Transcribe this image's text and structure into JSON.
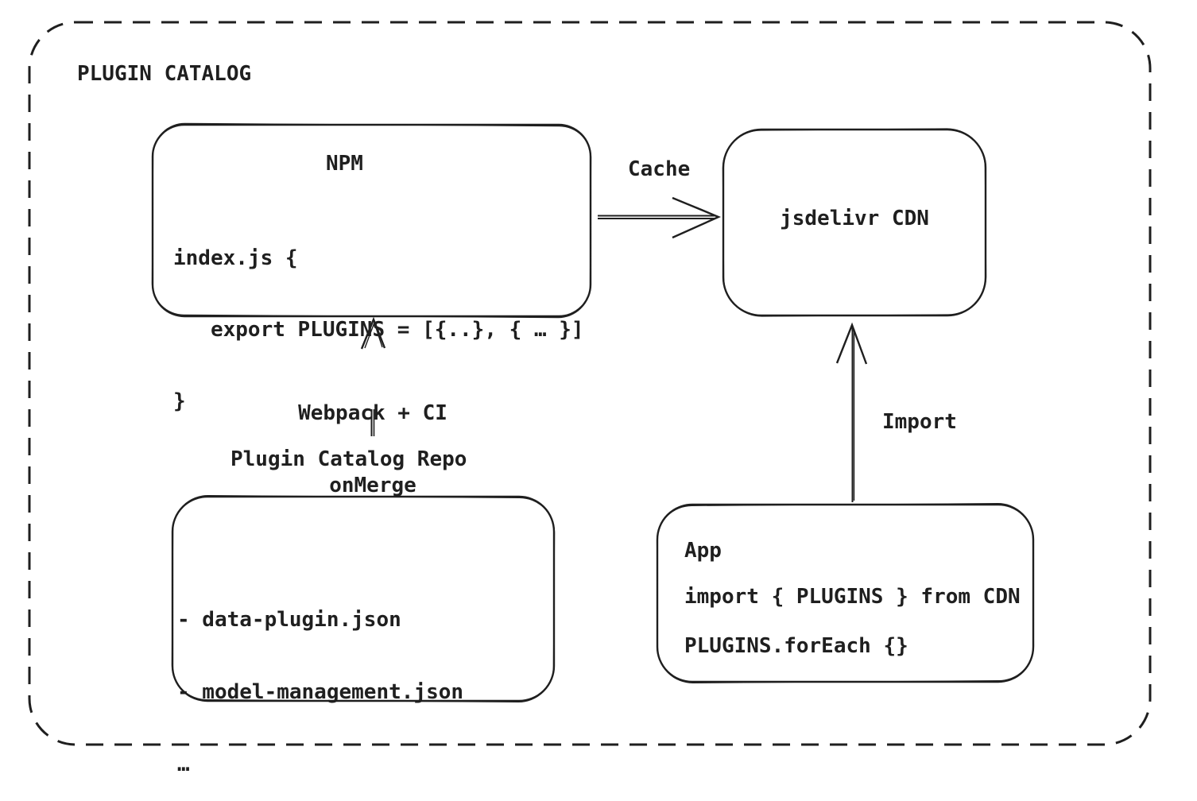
{
  "colors": {
    "ink": "#1f1f1f",
    "background": "#ffffff"
  },
  "title": "PLUGIN CATALOG",
  "npm": {
    "title": "NPM",
    "code": [
      "index.js {",
      "   export PLUGINS = [{..}, { … }]",
      "}"
    ]
  },
  "cdn": {
    "label": "jsdelivr CDN"
  },
  "repo": {
    "label": "Plugin Catalog Repo",
    "files": [
      "- data-plugin.json",
      "- model-management.json",
      "…"
    ]
  },
  "app": {
    "title": "App",
    "code": [
      "import { PLUGINS } from CDN",
      "PLUGINS.forEach {}"
    ]
  },
  "edges": {
    "cache": {
      "label": "Cache"
    },
    "import": {
      "label": "Import"
    },
    "build": {
      "line1": "Webpack + CI",
      "line2": "onMerge"
    }
  }
}
